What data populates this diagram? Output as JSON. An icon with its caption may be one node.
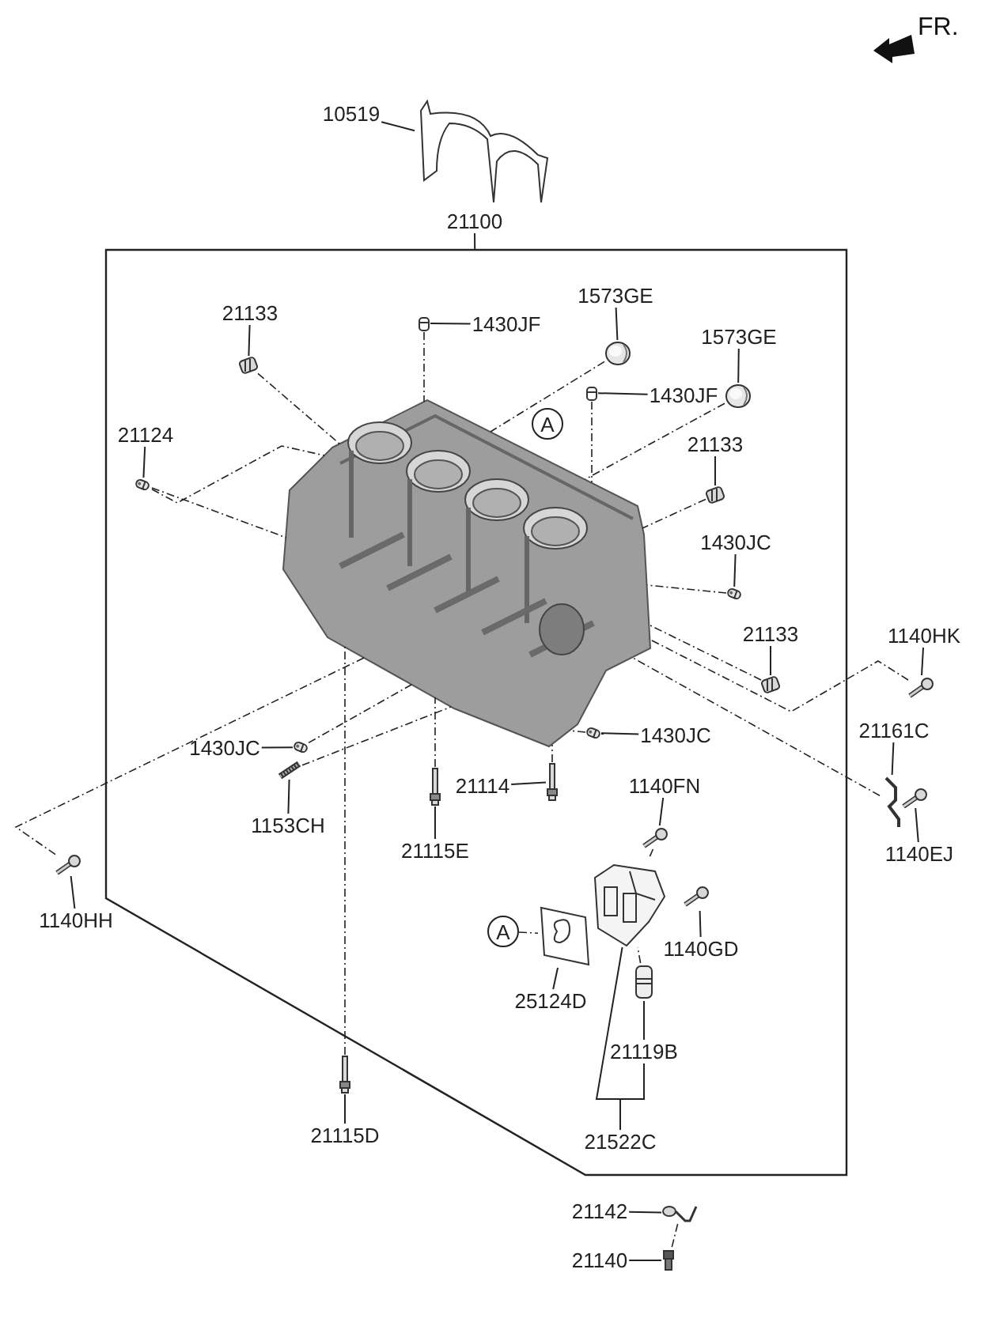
{
  "diagram": {
    "nodes": [
      {
        "text": [
          "10519"
        ]
      },
      {
        "text": [],
        "shape": "picture"
      },
      {
        "text": [
          "21100"
        ]
      },
      {
        "text": [],
        "shape": "box"
      },
      {
        "text": [
          "21133"
        ],
        "in": 3
      },
      {
        "text": [],
        "shape": "picture",
        "in": 3
      },
      {
        "text": [
          "1430JF"
        ],
        "in": 3
      },
      {
        "text": [],
        "shape": "picture",
        "in": 3
      },
      {
        "text": [
          "1573GE"
        ],
        "in": 3
      },
      {
        "text": [],
        "shape": "picture",
        "in": 3
      },
      {
        "text": [
          "1573GE"
        ],
        "in": 3
      },
      {
        "text": [],
        "shape": "picture",
        "in": 3
      },
      {
        "text": [
          "1430JF"
        ],
        "in": 3
      },
      {
        "text": [],
        "shape": "picture",
        "in": 3
      },
      {
        "text": [
          "21124"
        ],
        "in": 3
      },
      {
        "text": [],
        "shape": "picture",
        "in": 3
      },
      {
        "text": [
          "21133"
        ],
        "in": 3
      },
      {
        "text": [],
        "shape": "picture",
        "in": 3
      },
      {
        "text": [
          "1430JC"
        ],
        "in": 3
      },
      {
        "text": [],
        "shape": "picture",
        "in": 3
      },
      {
        "text": [
          "21133"
        ],
        "in": 3
      },
      {
        "text": [],
        "shape": "picture",
        "in": 3
      },
      {
        "text": [
          "1140HK"
        ]
      },
      {
        "text": [],
        "shape": "picture"
      },
      {
        "text": [
          "21161C"
        ]
      },
      {
        "text": [],
        "shape": "picture"
      },
      {
        "text": [
          "1140EJ"
        ]
      },
      {
        "text": [],
        "shape": "picture"
      },
      {
        "text": [
          "1430JC"
        ],
        "in": 3
      },
      {
        "text": [],
        "shape": "picture",
        "in": 3
      },
      {
        "text": [
          "1430JC"
        ],
        "in": 3
      },
      {
        "text": [],
        "shape": "picture",
        "in": 3
      },
      {
        "text": [
          "1153CH"
        ],
        "in": 3
      },
      {
        "text": [],
        "shape": "picture",
        "in": 3
      },
      {
        "text": [
          "21114"
        ],
        "in": 3
      },
      {
        "text": [],
        "shape": "picture",
        "in": 3
      },
      {
        "text": [
          "21115E"
        ],
        "in": 3
      },
      {
        "text": [],
        "shape": "picture",
        "in": 3
      },
      {
        "text": [
          "1140HH"
        ]
      },
      {
        "text": [],
        "shape": "picture"
      },
      {
        "text": [
          "1140FN"
        ],
        "in": 3
      },
      {
        "text": [],
        "shape": "picture",
        "in": 3
      },
      {
        "text": [
          "1140GD"
        ],
        "in": 3
      },
      {
        "text": [],
        "shape": "picture",
        "in": 3
      },
      {
        "text": [
          "25124D"
        ],
        "in": 3
      },
      {
        "text": [],
        "shape": "picture",
        "in": 3
      },
      {
        "text": [
          "21119B"
        ],
        "in": 3
      },
      {
        "text": [],
        "shape": "picture",
        "in": 3
      },
      {
        "text": [
          "21522C"
        ],
        "in": 3
      },
      {
        "text": [],
        "shape": "picture",
        "in": 3
      },
      {
        "text": [
          "21115D"
        ]
      },
      {
        "text": [],
        "shape": "picture"
      },
      {
        "text": [
          "21142"
        ]
      },
      {
        "text": [],
        "shape": "picture"
      },
      {
        "text": [
          "21140"
        ]
      },
      {
        "text": [],
        "shape": "picture"
      },
      {
        "text": [],
        "shape": "picture",
        "in": 3
      },
      {
        "text": [
          "A"
        ],
        "in": 3
      },
      {
        "text": [
          "A"
        ],
        "in": 3
      }
    ],
    "edges": [
      {
        "from": 0,
        "to": 1,
        "arrow": "none"
      },
      {
        "from": 2,
        "to": 3,
        "arrow": "none"
      },
      {
        "from": 4,
        "to": 5,
        "arrow": "none"
      },
      {
        "from": 6,
        "to": 7,
        "arrow": "none"
      },
      {
        "from": 8,
        "to": 9,
        "arrow": "none"
      },
      {
        "from": 10,
        "to": 11,
        "arrow": "none"
      },
      {
        "from": 12,
        "to": 13,
        "arrow": "none"
      },
      {
        "from": 14,
        "to": 15,
        "arrow": "none"
      },
      {
        "from": 16,
        "to": 17,
        "arrow": "none"
      },
      {
        "from": 18,
        "to": 19,
        "arrow": "none"
      },
      {
        "from": 20,
        "to": 21,
        "arrow": "none"
      },
      {
        "from": 22,
        "to": 23,
        "arrow": "none"
      },
      {
        "from": 24,
        "to": 25,
        "arrow": "none"
      },
      {
        "from": 26,
        "to": 27,
        "arrow": "none"
      },
      {
        "from": 28,
        "to": 29,
        "arrow": "none"
      },
      {
        "from": 30,
        "to": 31,
        "arrow": "none"
      },
      {
        "from": 32,
        "to": 33,
        "arrow": "none"
      },
      {
        "from": 34,
        "to": 35,
        "arrow": "none"
      },
      {
        "from": 36,
        "to": 37,
        "arrow": "none"
      },
      {
        "from": 38,
        "to": 39,
        "arrow": "none"
      },
      {
        "from": 40,
        "to": 41,
        "arrow": "none"
      },
      {
        "from": 42,
        "to": 43,
        "arrow": "none"
      },
      {
        "from": 44,
        "to": 45,
        "arrow": "none"
      },
      {
        "from": 46,
        "to": 47,
        "arrow": "none"
      },
      {
        "from": 48,
        "to": 49,
        "arrow": "none"
      },
      {
        "from": 48,
        "to": 46,
        "arrow": "none"
      },
      {
        "from": 50,
        "to": 51,
        "arrow": "none"
      },
      {
        "from": 52,
        "to": 53,
        "arrow": "none"
      },
      {
        "from": 54,
        "to": 55,
        "arrow": "none"
      },
      {
        "from": 5,
        "to": 56,
        "arrow": "none",
        "style": "dashed"
      },
      {
        "from": 7,
        "to": 56,
        "arrow": "none",
        "style": "dashed"
      },
      {
        "from": 9,
        "to": 56,
        "arrow": "none",
        "style": "dashed"
      },
      {
        "from": 11,
        "to": 56,
        "arrow": "none",
        "style": "dashed"
      },
      {
        "from": 13,
        "to": 56,
        "arrow": "none",
        "style": "dashed"
      },
      {
        "from": 15,
        "to": 56,
        "arrow": "none",
        "style": "dashed"
      },
      {
        "from": 15,
        "to": 56,
        "arrow": "none",
        "style": "dashed"
      },
      {
        "from": 17,
        "to": 56,
        "arrow": "none",
        "style": "dashed"
      },
      {
        "from": 19,
        "to": 56,
        "arrow": "none",
        "style": "dashed"
      },
      {
        "from": 21,
        "to": 56,
        "arrow": "none",
        "style": "dashed"
      },
      {
        "from": 23,
        "to": 56,
        "arrow": "none",
        "style": "dashed"
      },
      {
        "from": 25,
        "to": 56,
        "arrow": "none",
        "style": "dashed"
      },
      {
        "from": 29,
        "to": 56,
        "arrow": "none",
        "style": "dashed"
      },
      {
        "from": 33,
        "to": 56,
        "arrow": "none",
        "style": "dashed"
      },
      {
        "from": 39,
        "to": 56,
        "arrow": "none",
        "style": "dashed"
      },
      {
        "from": 51,
        "to": 56,
        "arrow": "none",
        "style": "dashed"
      },
      {
        "from": 37,
        "to": 56,
        "arrow": "none",
        "style": "dashed"
      },
      {
        "from": 35,
        "to": 56,
        "arrow": "none",
        "style": "dashed"
      },
      {
        "from": 31,
        "to": 56,
        "arrow": "none",
        "style": "dashed"
      },
      {
        "from": 41,
        "to": 49,
        "arrow": "none",
        "style": "dashed"
      },
      {
        "from": 58,
        "to": 45,
        "arrow": "none",
        "style": "dashed"
      },
      {
        "from": 47,
        "to": 49,
        "arrow": "none",
        "style": "dashed"
      },
      {
        "from": 53,
        "to": 55,
        "arrow": "none",
        "style": "dashed"
      }
    ],
    "labels": [
      "FR."
    ]
  }
}
